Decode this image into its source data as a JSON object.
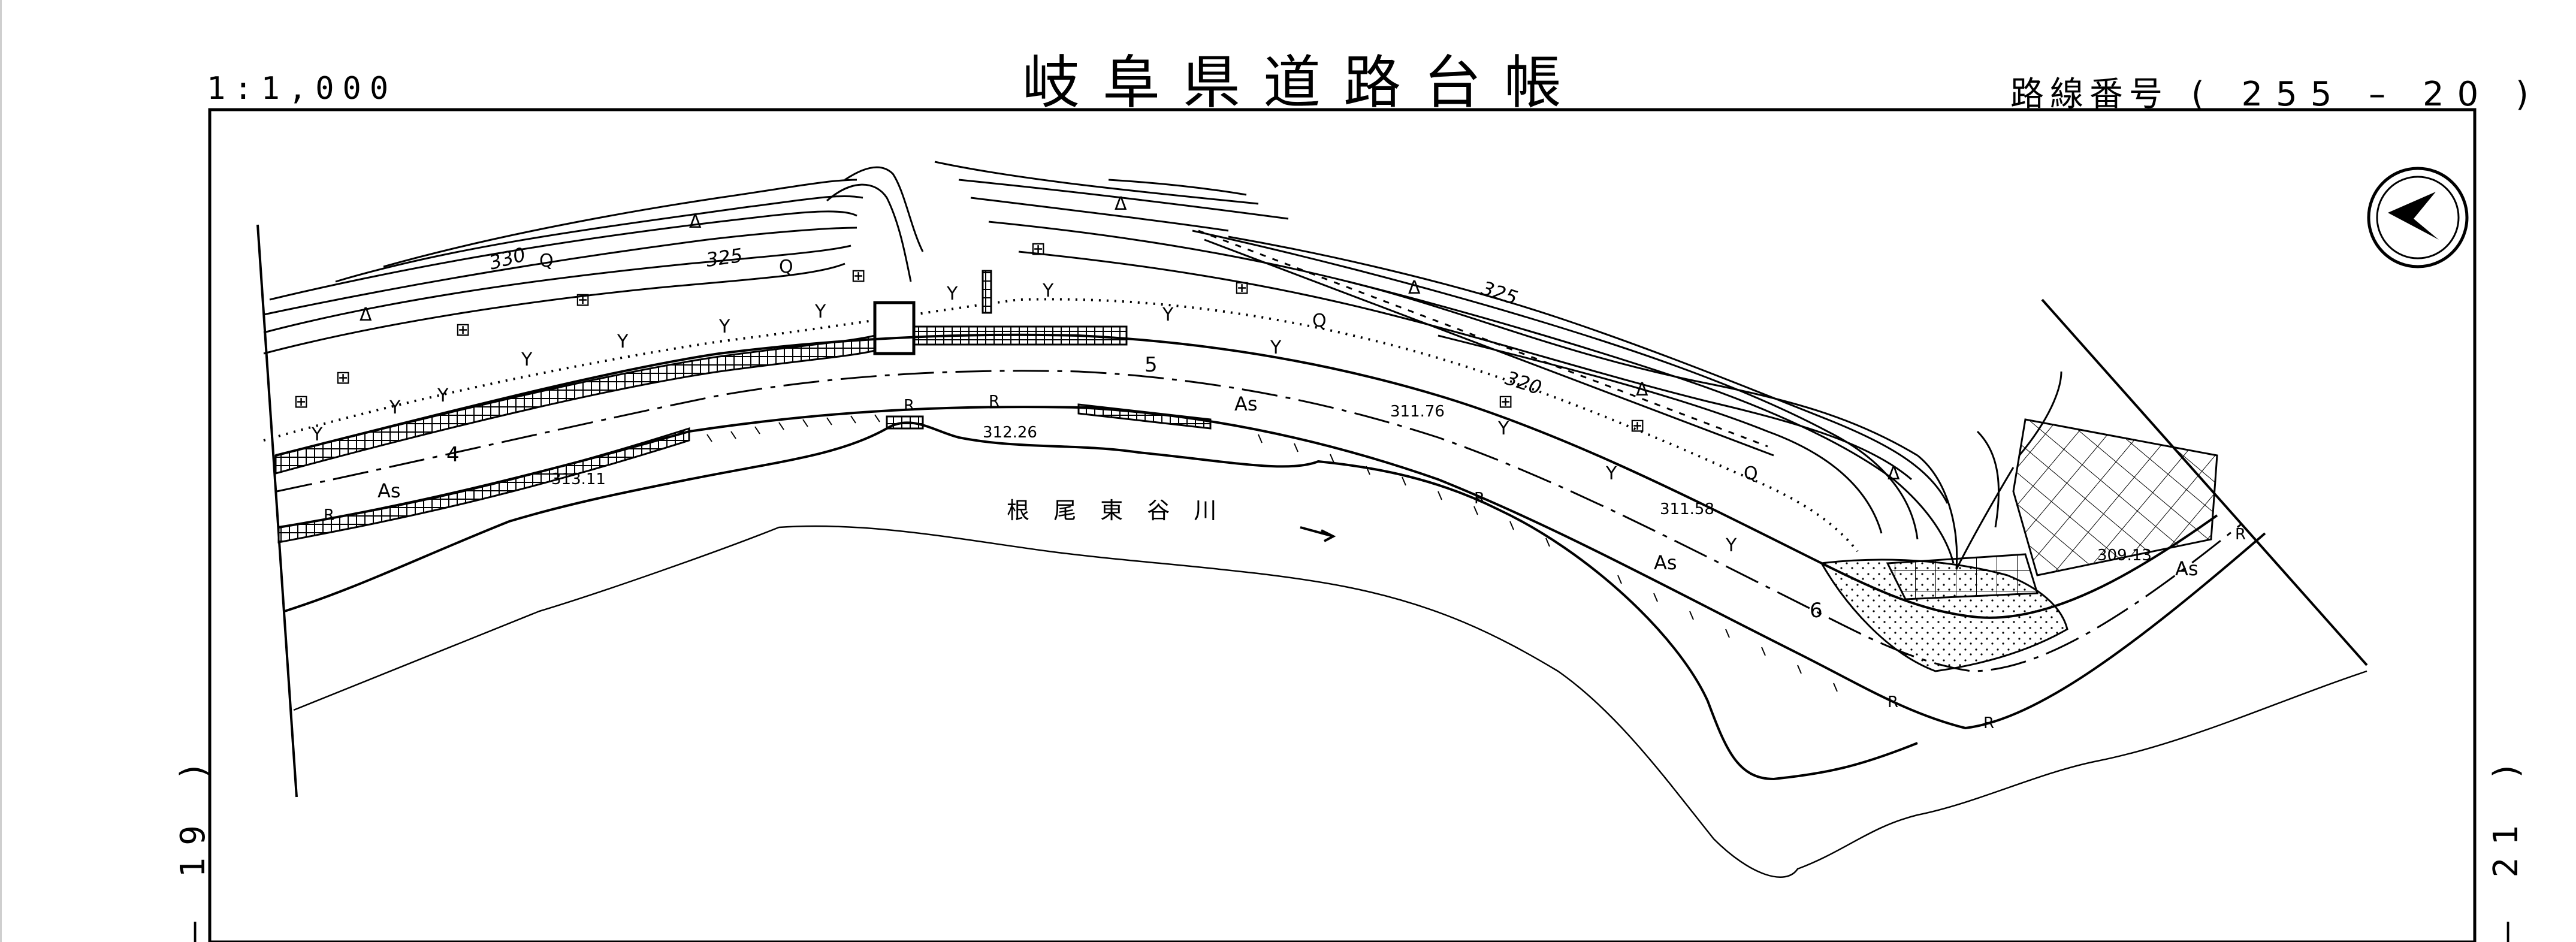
{
  "header": {
    "title": "岐阜県道路台帳",
    "scale": "1:1,000",
    "route_label": "路線番号",
    "route_number": "( 255 – 20 )"
  },
  "sheet_refs": {
    "left": "– 19 )",
    "right": "– 21 )"
  },
  "river": {
    "name": "根 尾 東 谷 川"
  },
  "contours": [
    "330",
    "325",
    "325",
    "320"
  ],
  "elevations": [
    "313.11",
    "312.26",
    "311.76",
    "311.58",
    "309.13"
  ],
  "pavement_marks": [
    "As",
    "As",
    "As",
    "As"
  ],
  "road_widths": [
    "4",
    "5",
    "6"
  ],
  "curb_marks": [
    "R",
    "R",
    "R",
    "R",
    "R",
    "R",
    "R"
  ],
  "north_arrow": {
    "icon": "north-arrow-icon"
  },
  "colors": {
    "line": "#000000",
    "paper": "#ffffff"
  }
}
